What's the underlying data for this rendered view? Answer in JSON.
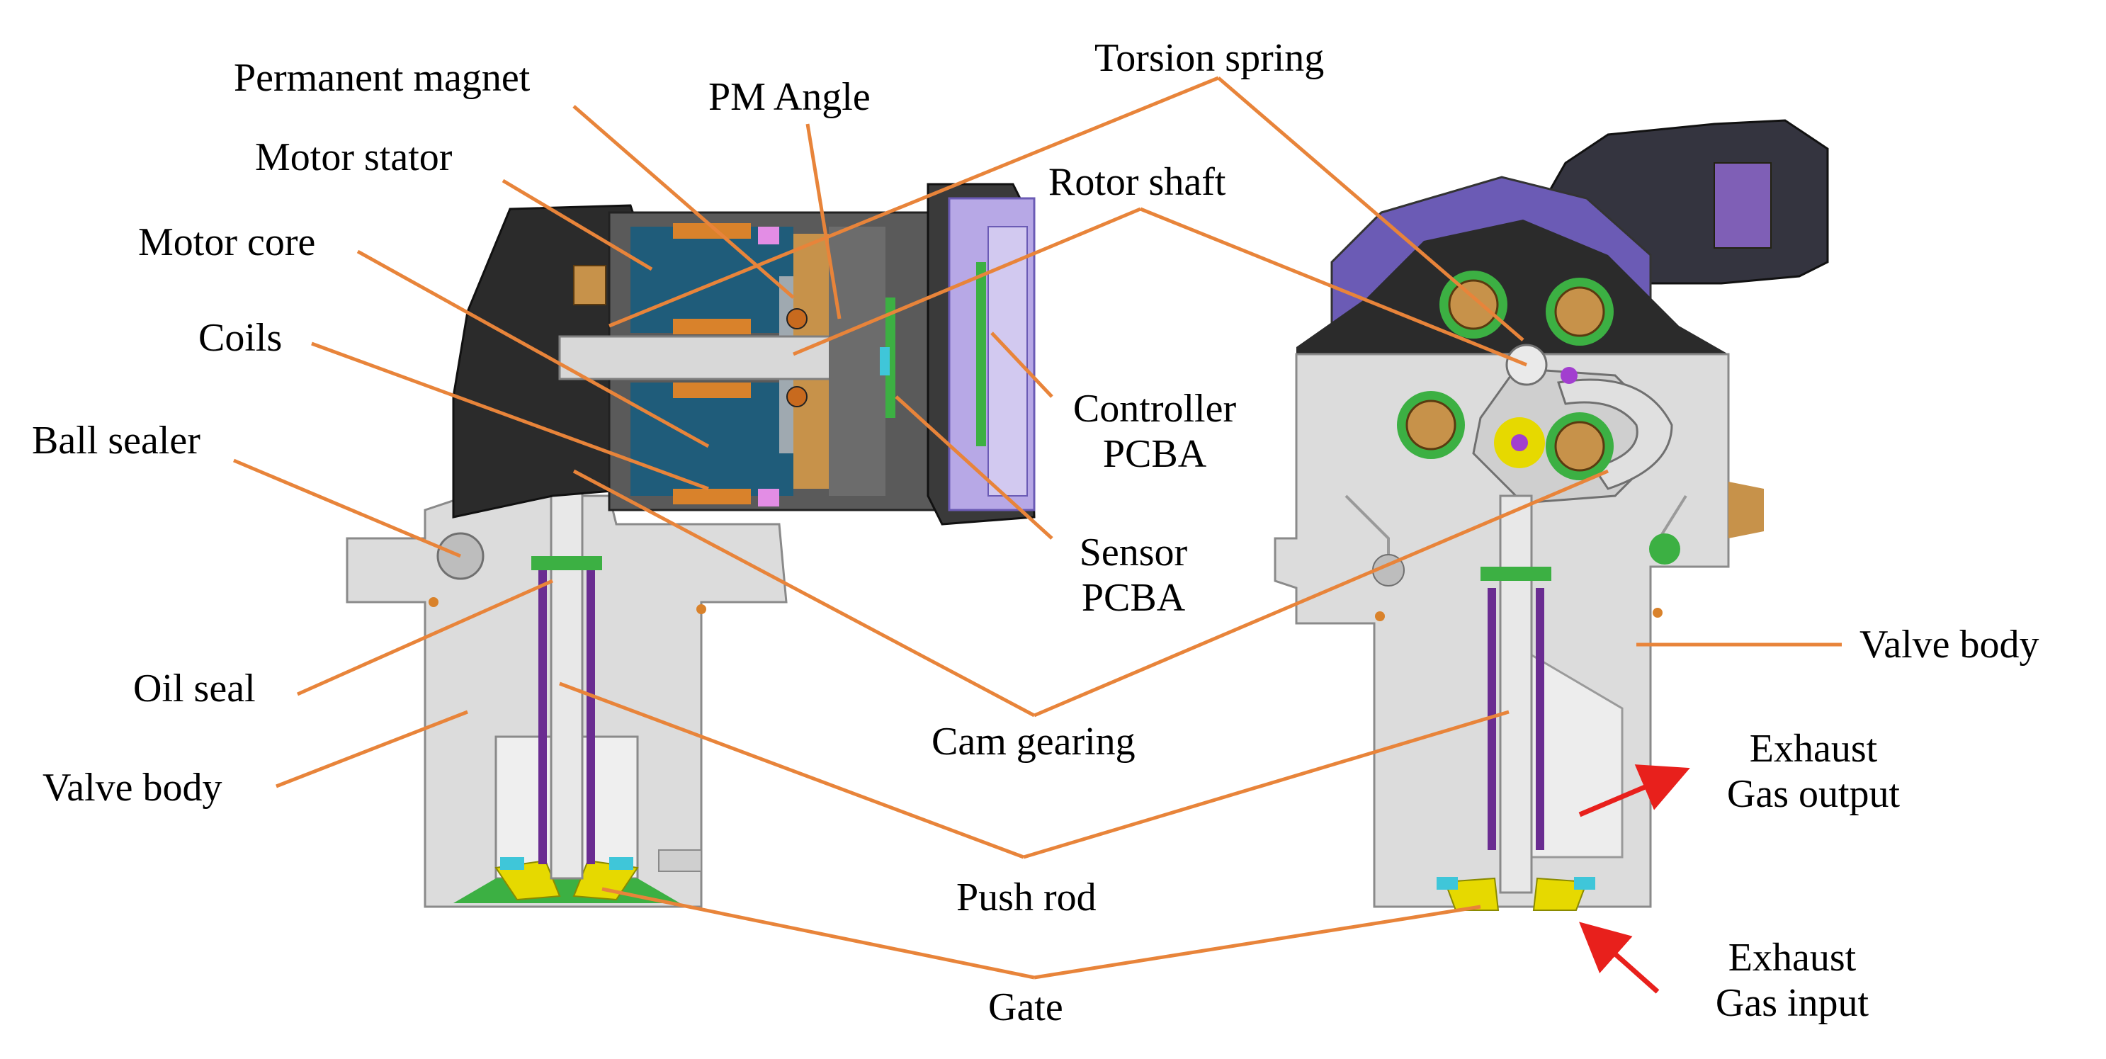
{
  "labels": {
    "permanent_magnet": "Permanent magnet",
    "pm_angle": "PM Angle",
    "torsion_spring": "Torsion spring",
    "motor_stator": "Motor stator",
    "rotor_shaft": "Rotor shaft",
    "motor_core": "Motor core",
    "coils": "Coils",
    "controller_pcba_1": "Controller",
    "controller_pcba_2": "PCBA",
    "ball_sealer": "Ball sealer",
    "sensor_pcba_1": "Sensor",
    "sensor_pcba_2": "PCBA",
    "oil_seal": "Oil seal",
    "valve_body_left": "Valve body",
    "valve_body_right": "Valve body",
    "cam_gearing": "Cam gearing",
    "exhaust_out_1": "Exhaust",
    "exhaust_out_2": "Gas output",
    "push_rod": "Push rod",
    "gate": "Gate",
    "exhaust_in_1": "Exhaust",
    "exhaust_in_2": "Gas input"
  },
  "colors": {
    "leader": "#E8843A",
    "arrow": "#E8201C",
    "housing": "#2B2B2B",
    "body": "#D9D9D9",
    "stator": "#1F5C7A",
    "coil": "#D9822B",
    "gear": "#C7924A",
    "pcb": "#3CB043",
    "purple": "#8A55C9",
    "connector": "#34343F",
    "seal_yellow": "#E6D900",
    "seal_cyan": "#3FC6D9"
  }
}
